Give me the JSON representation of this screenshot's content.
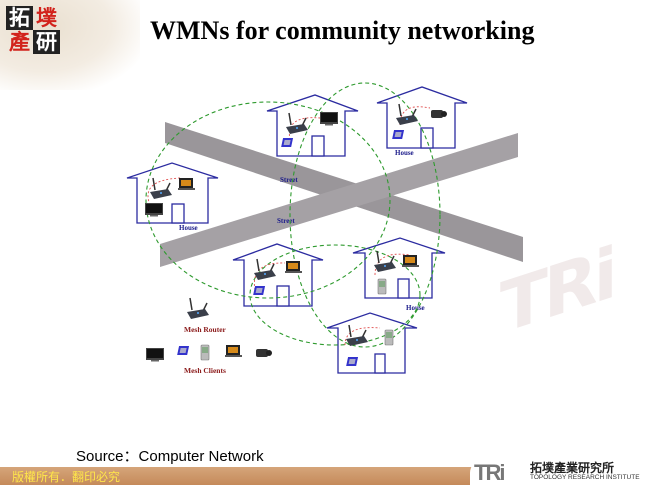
{
  "slide": {
    "title": "WMNs for community networking",
    "logo_chars": [
      "拓",
      "墣",
      "產",
      "研"
    ],
    "source": "Source：Computer Network",
    "watermark": "TRi"
  },
  "diagram": {
    "street_label": "Street",
    "house_label": "House",
    "legend": {
      "router_label": "Mesh Router",
      "clients_label": "Mesh Clients"
    },
    "colors": {
      "house": "#2b2ba0",
      "street": "#9a969a",
      "mesh_link": "#2e9a2e",
      "client_link": "#e05050",
      "legend_text": "#8b1a1a"
    }
  },
  "footer": {
    "copyright": "版權所有．翻印必究",
    "brand_mark": "TRi",
    "brand_cn": "拓墣產業研究所",
    "brand_en": "TOPOLOGY RESEARCH INSTITUTE"
  }
}
